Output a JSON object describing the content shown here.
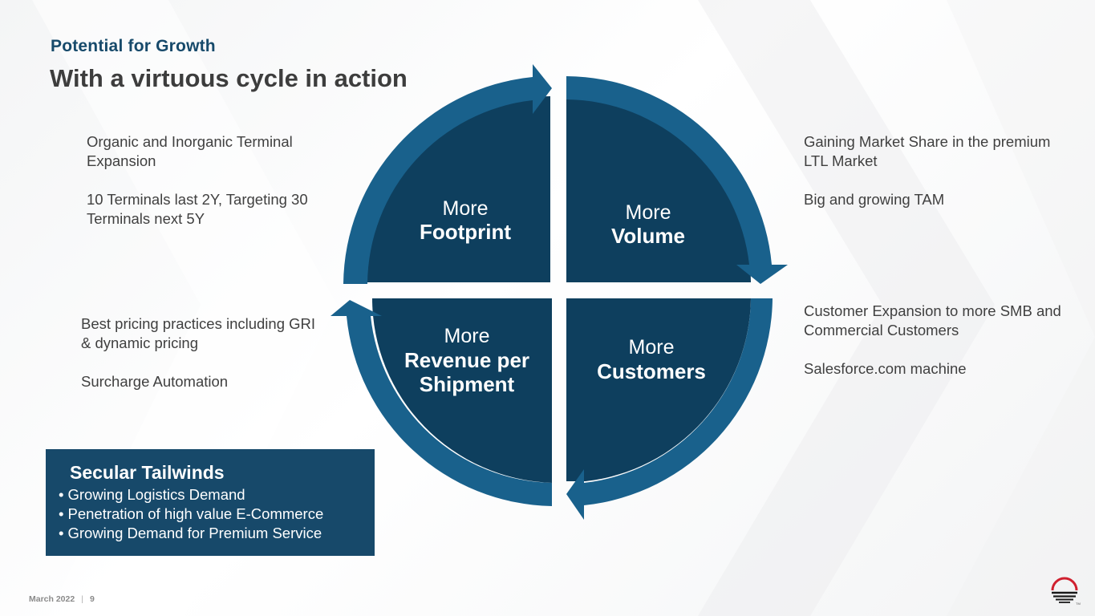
{
  "header": {
    "kicker": "Potential for Growth",
    "title": "With a virtuous cycle in action"
  },
  "cycle": {
    "quadrants": [
      {
        "position": "top-left",
        "prefix": "More",
        "label_lines": [
          "Footprint"
        ],
        "arrow_direction": "right"
      },
      {
        "position": "top-right",
        "prefix": "More",
        "label_lines": [
          "Volume"
        ],
        "arrow_direction": "down"
      },
      {
        "position": "bottom-right",
        "prefix": "More",
        "label_lines": [
          "Customers"
        ],
        "arrow_direction": "left"
      },
      {
        "position": "bottom-left",
        "prefix": "More",
        "label_lines": [
          "Revenue per",
          "Shipment"
        ],
        "arrow_direction": "up"
      }
    ],
    "colors": {
      "quadrant": "#0e3f5e",
      "arrow": "#19618c"
    }
  },
  "notes": {
    "top_left": [
      "Organic and Inorganic Terminal Expansion",
      "10 Terminals last 2Y, Targeting 30 Terminals next 5Y"
    ],
    "top_right": [
      "Gaining Market Share in the premium LTL Market",
      "Big and growing TAM"
    ],
    "bottom_right": [
      "Customer Expansion to more SMB and Commercial Customers",
      "Salesforce.com machine"
    ],
    "bottom_left": [
      "Best pricing practices including GRI & dynamic pricing",
      "Surcharge Automation"
    ]
  },
  "tailwinds": {
    "title": "Secular Tailwinds",
    "items": [
      "Growing Logistics Demand",
      "Penetration of high value E-Commerce",
      "Growing Demand for Premium Service"
    ],
    "background": "#17496a"
  },
  "footer": {
    "date": "March 2022",
    "separator": "|",
    "page": "9"
  },
  "logo": {
    "icon": "sunset-logo-icon",
    "mark": "TM",
    "colors": {
      "arc": "#d0202f",
      "lines": "#1a1a1a"
    }
  }
}
